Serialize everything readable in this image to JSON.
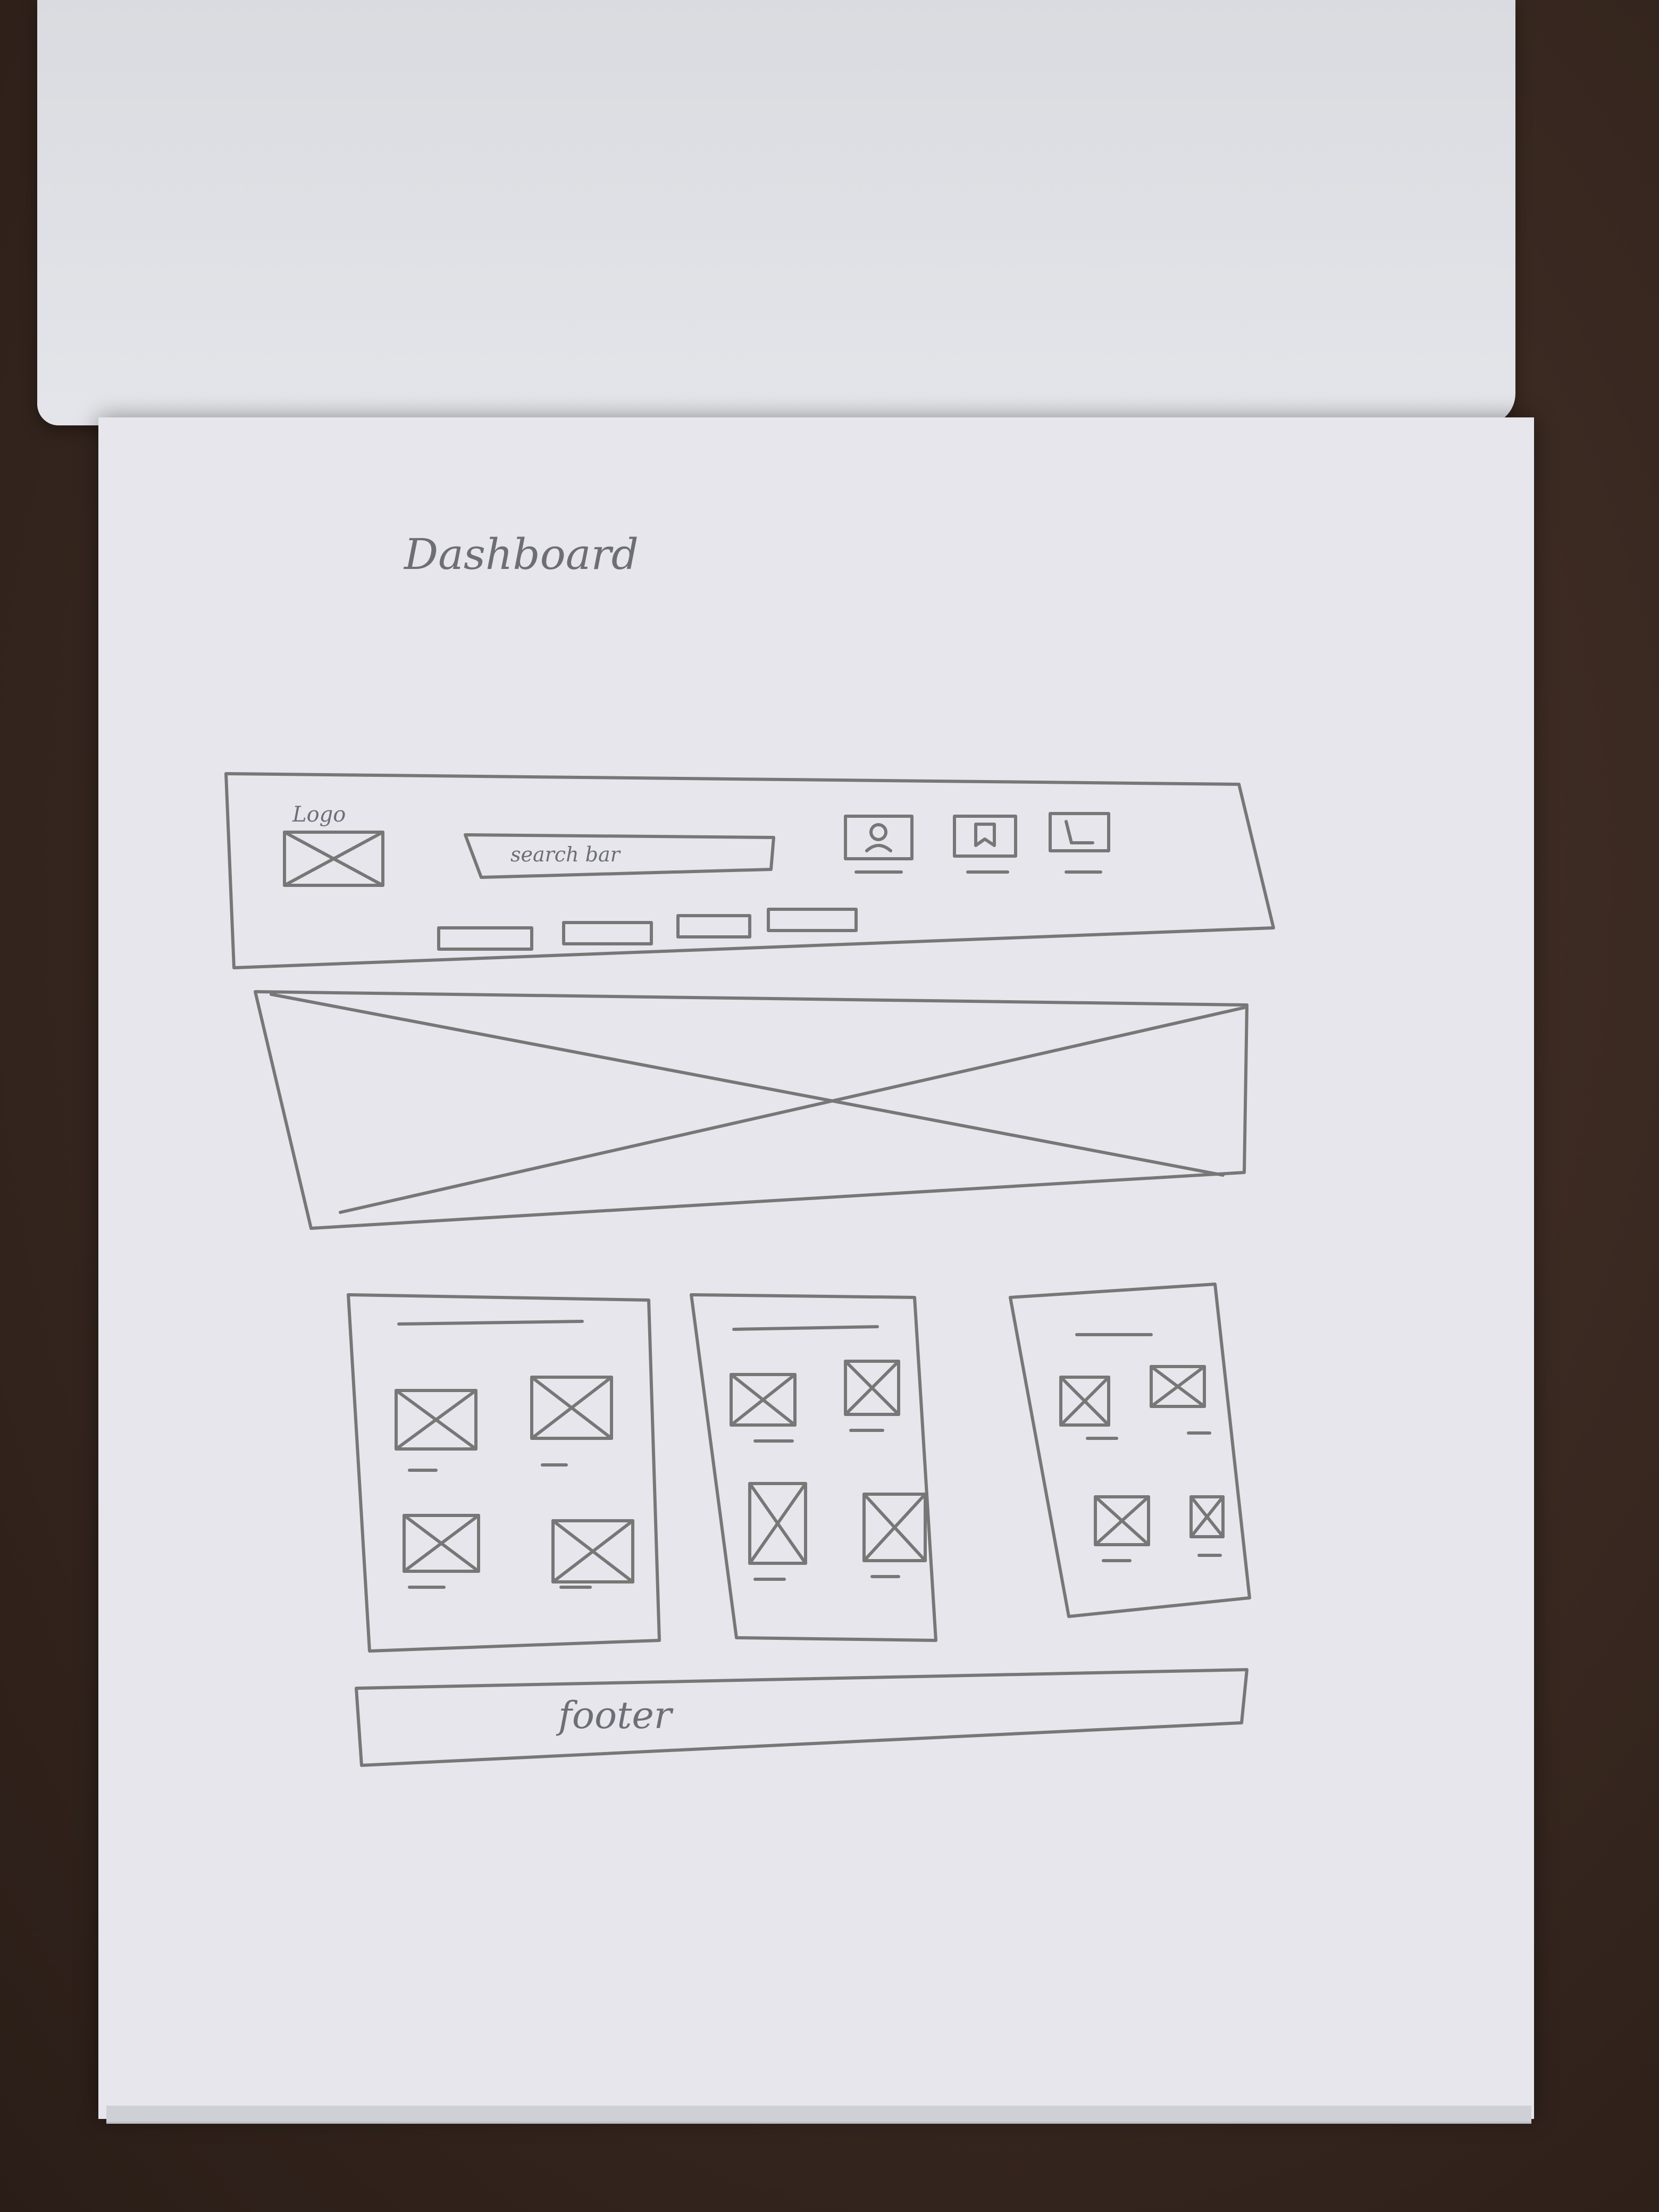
{
  "sketch": {
    "title": "Dashboard",
    "header": {
      "logo_label": "Logo",
      "search_placeholder": "search bar"
    },
    "footer_label": "footer"
  },
  "colors": {
    "pencil": "#6e6e76",
    "paper": "#e6e6ec",
    "table": "#3a2a22"
  }
}
